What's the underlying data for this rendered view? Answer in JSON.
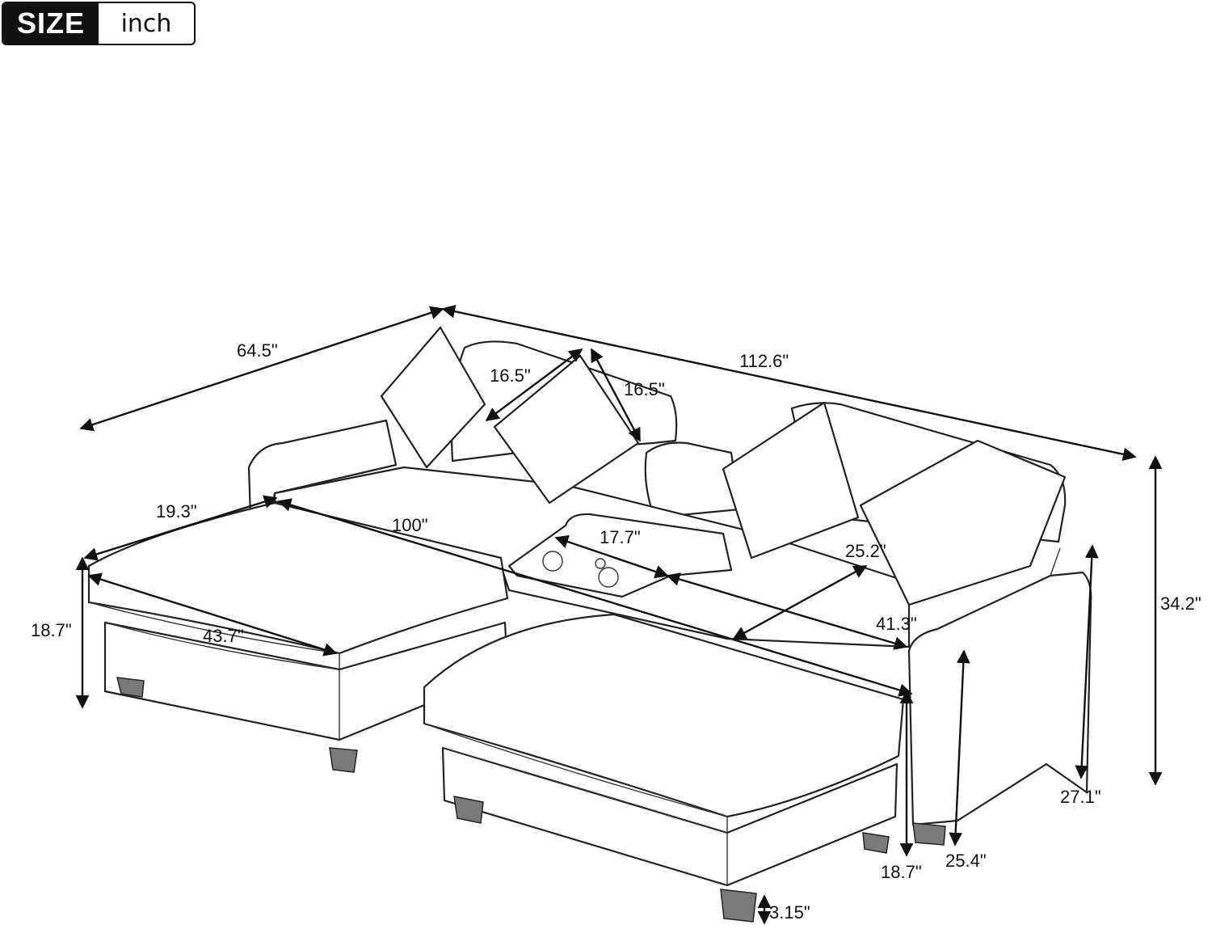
{
  "badge": {
    "size_label": "SIZE",
    "unit_label": "inch"
  },
  "dimensions": {
    "depth_total": "64.5\"",
    "width_total": "112.6\"",
    "pillow_width": "16.5\"",
    "pillow_height": "16.5\"",
    "ottoman_depth": "19.3\"",
    "seat_width": "100\"",
    "console_width": "17.7\"",
    "seat_depth": "25.2\"",
    "ottoman_height": "18.7\"",
    "ottoman_length": "43.7\"",
    "seat_length_right": "41.3\"",
    "total_height": "34.2\"",
    "arm_height": "27.1\"",
    "front_ottoman_height": "18.7\"",
    "arm_height_front": "25.4\"",
    "leg_height": "3.15\""
  }
}
